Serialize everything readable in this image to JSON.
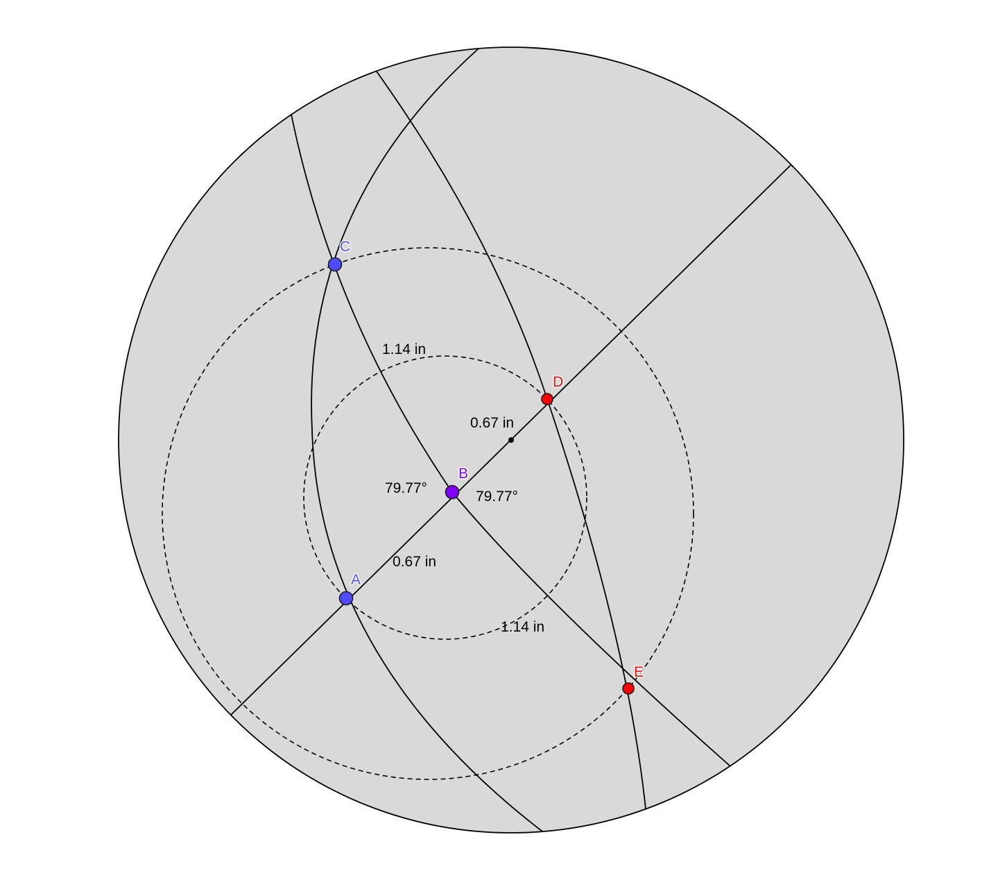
{
  "diagram": {
    "disk_fill": "#d9d9d9",
    "points": [
      {
        "label": "A",
        "color": "#4d4dff"
      },
      {
        "label": "B",
        "color": "#7f00ff"
      },
      {
        "label": "C",
        "color": "#4d4dff"
      },
      {
        "label": "D",
        "color": "#ff0000"
      },
      {
        "label": "E",
        "color": "#ff0000"
      }
    ],
    "measurements": {
      "cb_length": "1.14 in",
      "bd_length": "0.67 in",
      "ab_length": "0.67 in",
      "be_length": "1.14 in",
      "angle_abc": "79.77°",
      "angle_dbe": "79.77°"
    }
  }
}
